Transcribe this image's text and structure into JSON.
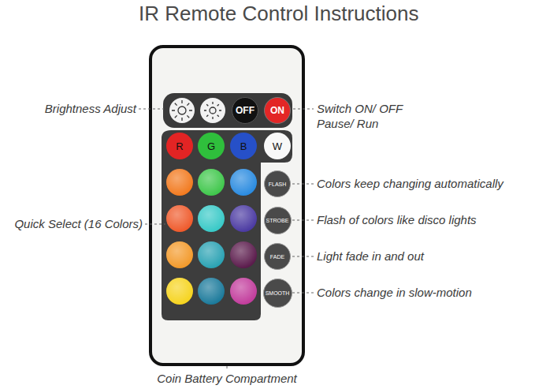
{
  "diagram": {
    "title": "IR Remote Control Instructions",
    "nodes": [
      {
        "text": [
          "OFF"
        ]
      },
      {
        "text": [
          "ON"
        ]
      },
      {
        "text": [
          "R"
        ]
      },
      {
        "text": [
          "G"
        ]
      },
      {
        "text": [
          "B"
        ]
      },
      {
        "text": [
          "W"
        ]
      },
      {
        "text": [
          "FLASH"
        ]
      },
      {
        "text": [
          "STROBE"
        ]
      },
      {
        "text": [
          "FADE"
        ]
      },
      {
        "text": [
          "SMOOTH"
        ]
      }
    ],
    "labels": [
      "Brightness Adjust",
      "Switch ON/ OFF Pause/ Run",
      "Colors keep changing automatically",
      "Quick Select (16 Colors)",
      "Flash of colors like disco lights",
      "Light fade in and out",
      "Colors change in slow-motion",
      "Coin Battery Compartment"
    ]
  }
}
